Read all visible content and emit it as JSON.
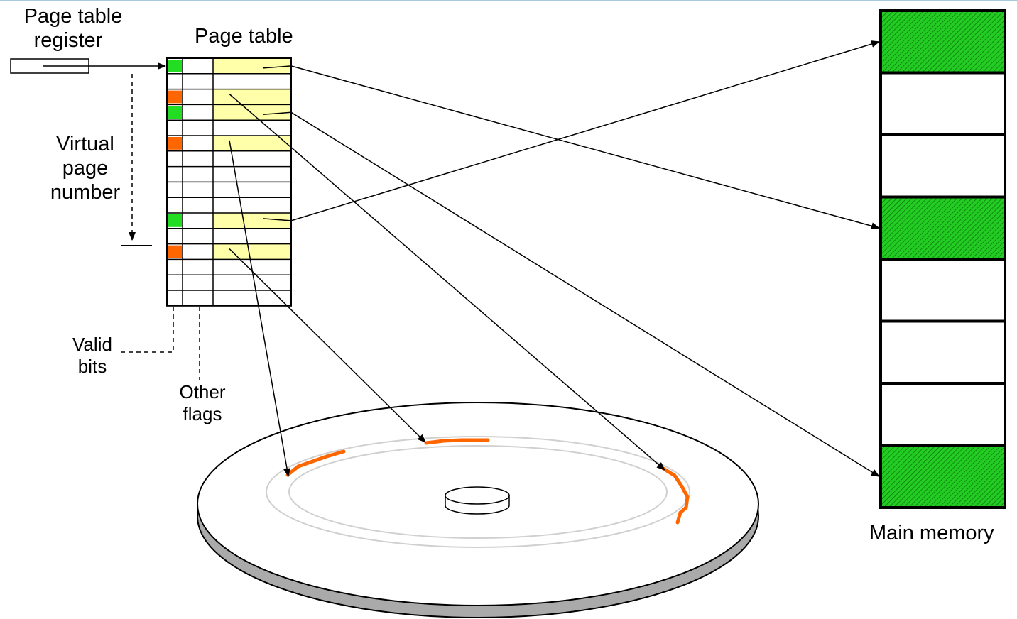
{
  "labels": {
    "page_table_register": [
      "Page table",
      "register"
    ],
    "page_table": "Page table",
    "virtual_page_number": [
      "Virtual",
      "page",
      "number"
    ],
    "valid_bits": [
      "Valid",
      "bits"
    ],
    "other_flags": [
      "Other",
      "flags"
    ],
    "main_memory": "Main memory"
  },
  "page_table": {
    "rows": [
      {
        "valid": "present",
        "highlighted": true
      },
      {
        "valid": "none",
        "highlighted": false
      },
      {
        "valid": "on-disk",
        "highlighted": true
      },
      {
        "valid": "present",
        "highlighted": true
      },
      {
        "valid": "none",
        "highlighted": false
      },
      {
        "valid": "on-disk",
        "highlighted": true
      },
      {
        "valid": "none",
        "highlighted": false
      },
      {
        "valid": "none",
        "highlighted": false
      },
      {
        "valid": "none",
        "highlighted": false
      },
      {
        "valid": "none",
        "highlighted": false
      },
      {
        "valid": "present",
        "highlighted": true
      },
      {
        "valid": "none",
        "highlighted": false
      },
      {
        "valid": "on-disk",
        "highlighted": true
      },
      {
        "valid": "none",
        "highlighted": false
      },
      {
        "valid": "none",
        "highlighted": false
      },
      {
        "valid": "none",
        "highlighted": false
      }
    ]
  },
  "main_memory": {
    "frames": [
      {
        "occupied": true
      },
      {
        "occupied": false
      },
      {
        "occupied": false
      },
      {
        "occupied": true
      },
      {
        "occupied": false
      },
      {
        "occupied": false
      },
      {
        "occupied": false
      },
      {
        "occupied": true
      }
    ]
  },
  "mappings": [
    {
      "from_row": 0,
      "to": "memory",
      "target": 3
    },
    {
      "from_row": 2,
      "to": "disk",
      "target": 2
    },
    {
      "from_row": 3,
      "to": "memory",
      "target": 7
    },
    {
      "from_row": 5,
      "to": "disk",
      "target": 0
    },
    {
      "from_row": 10,
      "to": "memory",
      "target": 0
    },
    {
      "from_row": 12,
      "to": "disk",
      "target": 1
    }
  ],
  "colors": {
    "valid_present": "#22dd22",
    "valid_on_disk": "#ff6600",
    "address_highlight": "#ffffaa",
    "frame_green": "#22cc22",
    "disk_segment": "#ff6600",
    "disk_edge": "#aaaaaa",
    "track": "#d0d0d0",
    "top_rule": "#a8c8e0"
  }
}
